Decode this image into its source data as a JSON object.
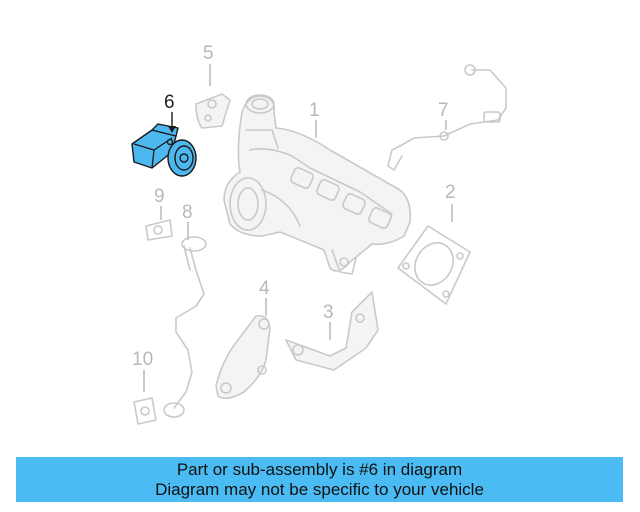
{
  "diagram": {
    "highlight_color": "#4bbcf3",
    "highlighted_part": "6",
    "callouts": [
      "1",
      "2",
      "3",
      "4",
      "5",
      "6",
      "7",
      "8",
      "9",
      "10"
    ]
  },
  "banner": {
    "line1": "Part or sub-assembly is #6 in diagram",
    "line2": "Diagram may not be specific to your vehicle"
  }
}
